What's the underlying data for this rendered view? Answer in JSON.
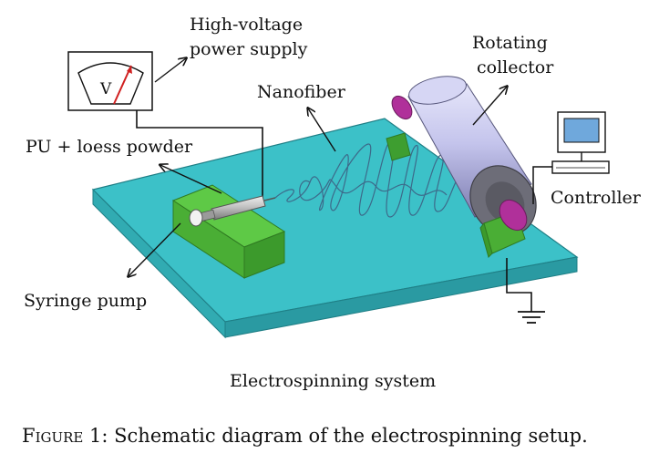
{
  "labels": {
    "power_supply_line1": "High-voltage",
    "power_supply_line2": "power supply",
    "rotating_line1": "Rotating",
    "rotating_line2": "collector",
    "nanofiber": "Nanofiber",
    "pu_loess": "PU + loess powder",
    "controller": "Controller",
    "syringe_pump": "Syringe pump",
    "system": "Electrospinning system",
    "voltmeter_symbol": "V"
  },
  "caption": {
    "prefix": "Figure 1:",
    "text": " Schematic diagram of the electrospinning setup."
  },
  "colors": {
    "table_top": "#3cc1c8",
    "table_side": "#2a9aa2",
    "pump_green": "#55c33e",
    "pump_dark": "#3c9a2c",
    "drum": "#c6c6ee",
    "drum_end": "#6d6d78",
    "cap_magenta": "#b0309a",
    "fiber": "#3c6a8a",
    "needle_red": "#d02020",
    "screen_blue": "#6fa8dc"
  }
}
